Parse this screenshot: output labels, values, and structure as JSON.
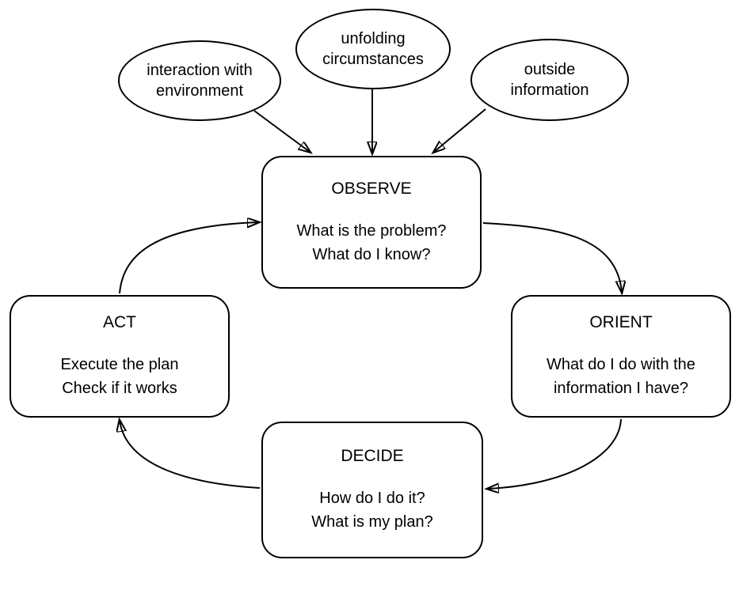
{
  "diagram": {
    "kind": "OODA loop flow diagram",
    "colors": {
      "stroke": "#000000",
      "fill": "#ffffff",
      "text": "#000000"
    }
  },
  "ellipses": [
    {
      "id": "interaction-with-environment",
      "lines": [
        "interaction with",
        "environment"
      ]
    },
    {
      "id": "unfolding-circumstances",
      "lines": [
        "unfolding",
        "circumstances"
      ]
    },
    {
      "id": "outside-information",
      "lines": [
        "outside",
        "information"
      ]
    }
  ],
  "boxes": [
    {
      "id": "observe",
      "title": "OBSERVE",
      "lines": [
        "What is the problem?",
        "What do I know?"
      ]
    },
    {
      "id": "orient",
      "title": "ORIENT",
      "lines": [
        "What do I do with the",
        "information I have?"
      ]
    },
    {
      "id": "decide",
      "title": "DECIDE",
      "lines": [
        "How do I do it?",
        "What is my plan?"
      ]
    },
    {
      "id": "act",
      "title": "ACT",
      "lines": [
        "Execute the plan",
        "Check if it works"
      ]
    }
  ],
  "connections": [
    {
      "from": "interaction-with-environment",
      "to": "observe"
    },
    {
      "from": "unfolding-circumstances",
      "to": "observe"
    },
    {
      "from": "outside-information",
      "to": "observe"
    },
    {
      "from": "observe",
      "to": "orient"
    },
    {
      "from": "orient",
      "to": "decide"
    },
    {
      "from": "decide",
      "to": "act"
    },
    {
      "from": "act",
      "to": "observe"
    }
  ]
}
